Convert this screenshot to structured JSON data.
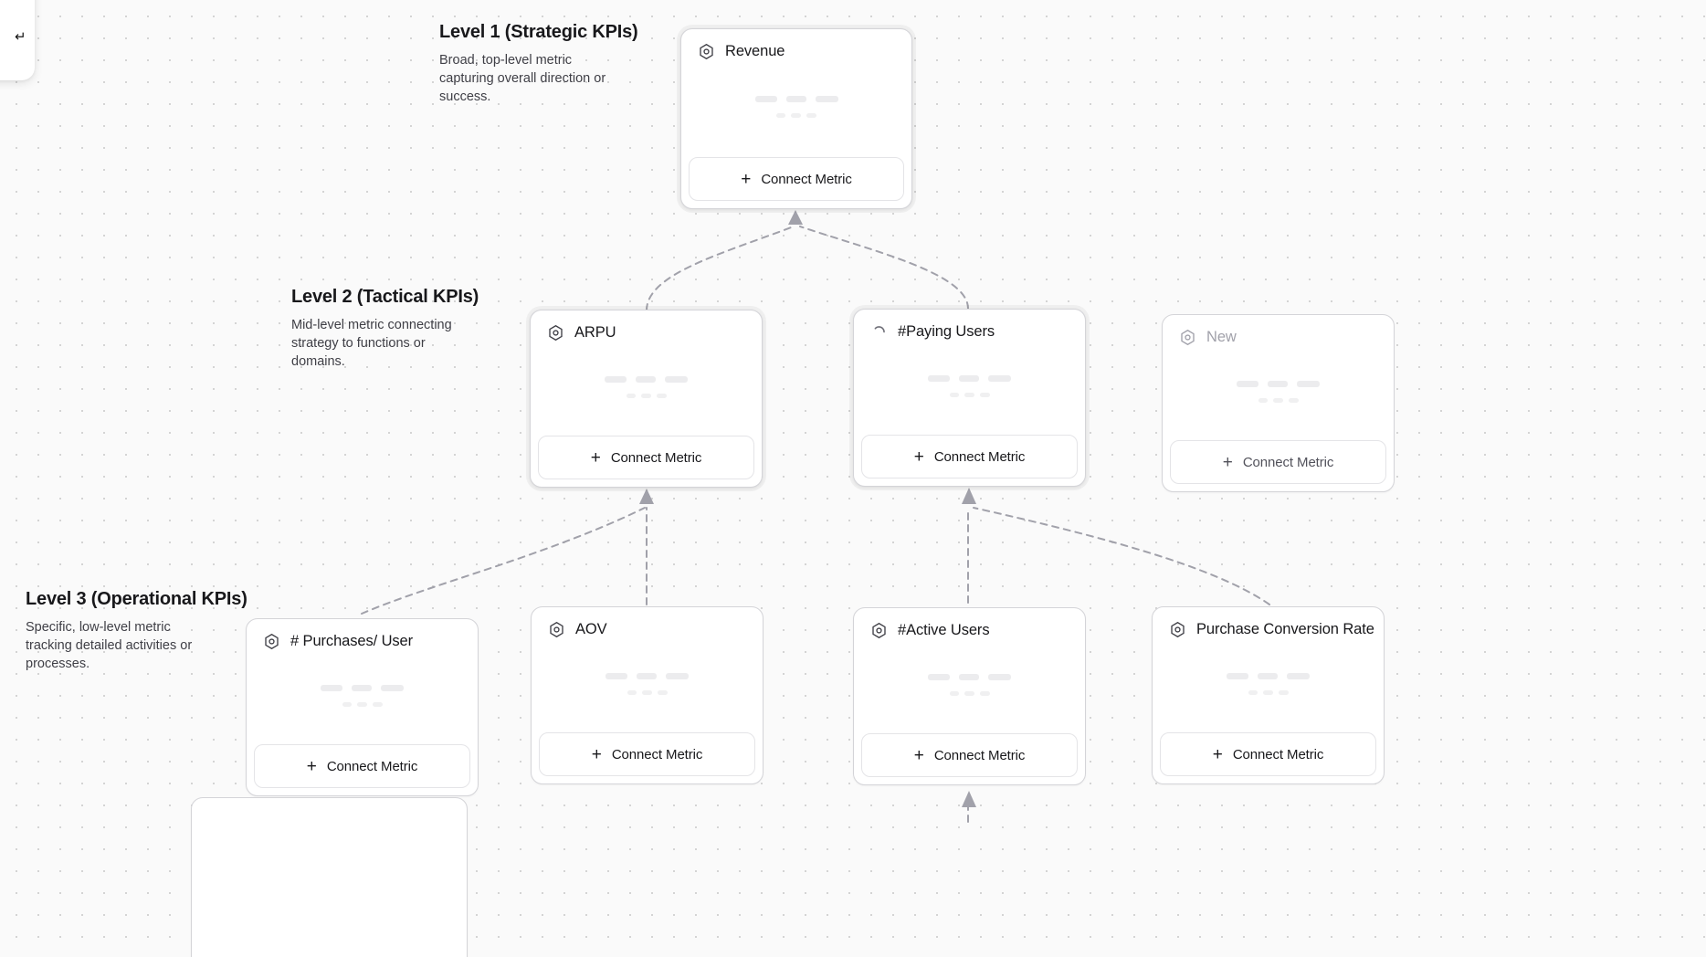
{
  "canvas": {
    "background_color": "#fafafa",
    "dot_color": "#d4d4d4",
    "edge_color": "#a1a1aa"
  },
  "corner_panel": {
    "glyph": "↵"
  },
  "levels": [
    {
      "id": "lvl1",
      "title": "Level 1 (Strategic KPIs)",
      "description": "Broad, top-level metric capturing overall direction or success."
    },
    {
      "id": "lvl2",
      "title": "Level 2 (Tactical KPIs)",
      "description": "Mid-level metric connecting strategy to functions or domains."
    },
    {
      "id": "lvl3",
      "title": "Level 3 (Operational KPIs)",
      "description": "Specific, low-level metric tracking detailed activities or processes."
    }
  ],
  "connect_button": {
    "plus": "+",
    "label": "Connect Metric"
  },
  "cards": [
    {
      "id": "revenue",
      "title": "Revenue",
      "icon": "hexagon-target-icon",
      "state": "selected",
      "level": 1
    },
    {
      "id": "arpu",
      "title": "ARPU",
      "icon": "hexagon-target-icon",
      "state": "selected",
      "level": 2
    },
    {
      "id": "paying-users",
      "title": "#Paying Users",
      "icon": "loading-spinner-icon",
      "state": "loading",
      "level": 2
    },
    {
      "id": "new",
      "title": "New",
      "icon": "hexagon-target-icon",
      "state": "placeholder",
      "level": 2
    },
    {
      "id": "purchases-per-user",
      "title": "# Purchases/ User",
      "icon": "hexagon-target-icon",
      "state": "default",
      "level": 3
    },
    {
      "id": "aov",
      "title": "AOV",
      "icon": "hexagon-target-icon",
      "state": "default",
      "level": 3
    },
    {
      "id": "active-users",
      "title": "#Active Users",
      "icon": "hexagon-target-icon",
      "state": "default",
      "level": 3
    },
    {
      "id": "purchase-conversion-rate",
      "title": "Purchase Conversion Rate",
      "icon": "hexagon-target-icon",
      "state": "default",
      "level": 3
    }
  ]
}
